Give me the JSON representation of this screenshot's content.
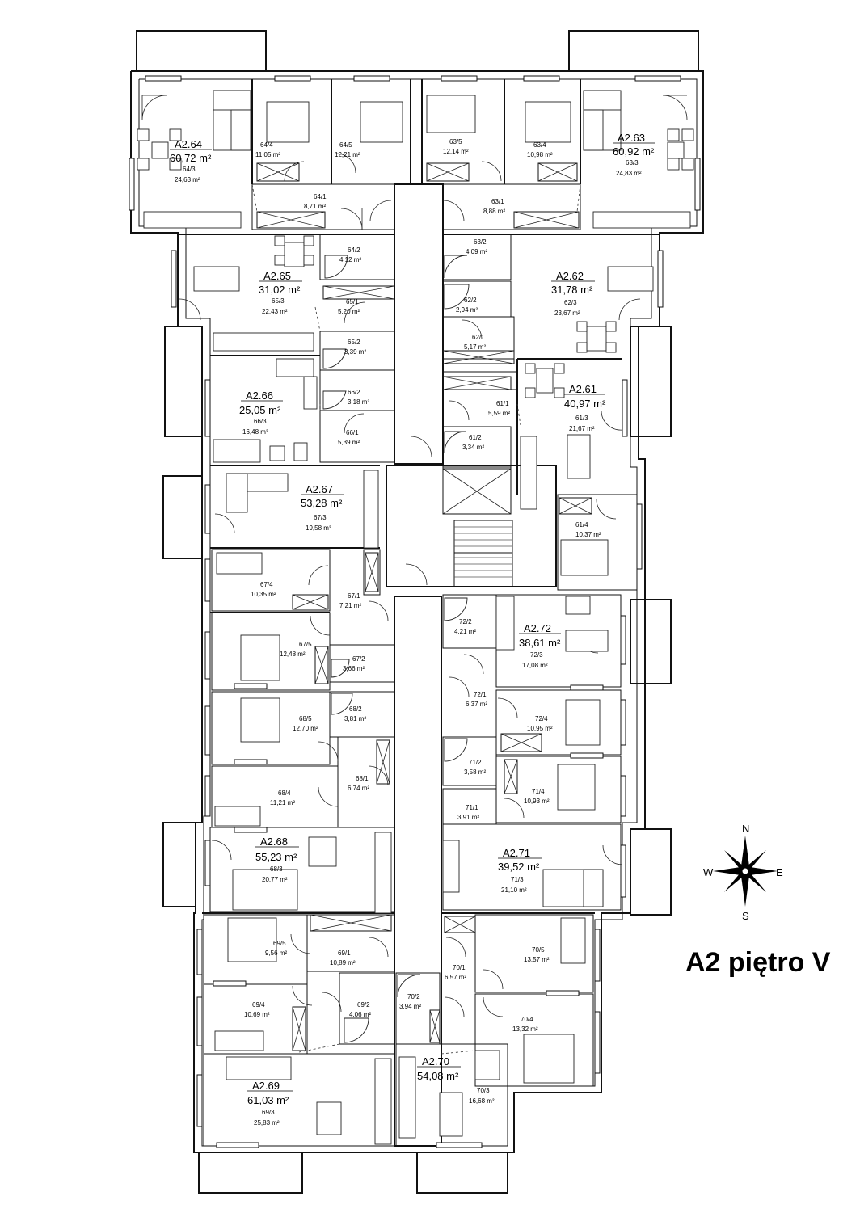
{
  "title": "A2 piętro V",
  "compass": {
    "n": "N",
    "e": "E",
    "s": "S",
    "w": "W"
  },
  "apartments": [
    {
      "id": "A2.64",
      "area": "60,72 m²",
      "living_code": "64/3",
      "living_area": "24,63 m²"
    },
    {
      "id": "A2.63",
      "area": "60,92 m²",
      "living_code": "63/3",
      "living_area": "24,83 m²"
    },
    {
      "id": "A2.65",
      "area": "31,02 m²",
      "living_code": "65/3",
      "living_area": "22,43 m²"
    },
    {
      "id": "A2.62",
      "area": "31,78 m²",
      "living_code": "62/3",
      "living_area": "23,67 m²"
    },
    {
      "id": "A2.66",
      "area": "25,05 m²",
      "living_code": "66/3",
      "living_area": "16,48 m²"
    },
    {
      "id": "A2.61",
      "area": "40,97 m²",
      "living_code": "61/3",
      "living_area": "21,67 m²"
    },
    {
      "id": "A2.67",
      "area": "53,28 m²",
      "living_code": "67/3",
      "living_area": "19,58 m²"
    },
    {
      "id": "A2.72",
      "area": "38,61 m²",
      "living_code": "72/3",
      "living_area": "17,08 m²"
    },
    {
      "id": "A2.68",
      "area": "55,23 m²",
      "living_code": "68/3",
      "living_area": "20,77 m²"
    },
    {
      "id": "A2.71",
      "area": "39,52 m²",
      "living_code": "71/3",
      "living_area": "21,10 m²"
    },
    {
      "id": "A2.69",
      "area": "61,03 m²",
      "living_code": "69/3",
      "living_area": "25,83 m²"
    },
    {
      "id": "A2.70",
      "area": "54,08 m²",
      "living_code": "70/3",
      "living_area": "16,68 m²"
    }
  ],
  "rooms": [
    {
      "code": "64/4",
      "area": "11,05 m²"
    },
    {
      "code": "64/5",
      "area": "12,21 m²"
    },
    {
      "code": "63/5",
      "area": "12,14 m²"
    },
    {
      "code": "63/4",
      "area": "10,98 m²"
    },
    {
      "code": "64/1",
      "area": "8,71 m²"
    },
    {
      "code": "63/1",
      "area": "8,88 m²"
    },
    {
      "code": "64/2",
      "area": "4,12 m²"
    },
    {
      "code": "63/2",
      "area": "4,09 m²"
    },
    {
      "code": "65/1",
      "area": "5,20 m²"
    },
    {
      "code": "62/2",
      "area": "2,94 m²"
    },
    {
      "code": "65/2",
      "area": "3,39 m²"
    },
    {
      "code": "62/1",
      "area": "5,17 m²"
    },
    {
      "code": "66/2",
      "area": "3,18 m²"
    },
    {
      "code": "61/1",
      "area": "5,59 m²"
    },
    {
      "code": "66/1",
      "area": "5,39 m²"
    },
    {
      "code": "61/2",
      "area": "3,34 m²"
    },
    {
      "code": "61/4",
      "area": "10,37 m²"
    },
    {
      "code": "67/4",
      "area": "10,35 m²"
    },
    {
      "code": "67/1",
      "area": "7,21 m²"
    },
    {
      "code": "72/2",
      "area": "4,21 m²"
    },
    {
      "code": "67/5",
      "area": "12,48 m²"
    },
    {
      "code": "67/2",
      "area": "3,66 m²"
    },
    {
      "code": "72/1",
      "area": "6,37 m²"
    },
    {
      "code": "68/2",
      "area": "3,81 m²"
    },
    {
      "code": "68/5",
      "area": "12,70 m²"
    },
    {
      "code": "72/4",
      "area": "10,95 m²"
    },
    {
      "code": "71/2",
      "area": "3,58 m²"
    },
    {
      "code": "68/1",
      "area": "6,74 m²"
    },
    {
      "code": "68/4",
      "area": "11,21 m²"
    },
    {
      "code": "71/4",
      "area": "10,93 m²"
    },
    {
      "code": "71/1",
      "area": "3,91 m²"
    },
    {
      "code": "69/5",
      "area": "9,56 m²"
    },
    {
      "code": "69/1",
      "area": "10,89 m²"
    },
    {
      "code": "70/5",
      "area": "13,57 m²"
    },
    {
      "code": "70/1",
      "area": "6,57 m²"
    },
    {
      "code": "69/2",
      "area": "4,06 m²"
    },
    {
      "code": "70/2",
      "area": "3,94 m²"
    },
    {
      "code": "69/4",
      "area": "10,69 m²"
    },
    {
      "code": "70/4",
      "area": "13,32 m²"
    }
  ]
}
